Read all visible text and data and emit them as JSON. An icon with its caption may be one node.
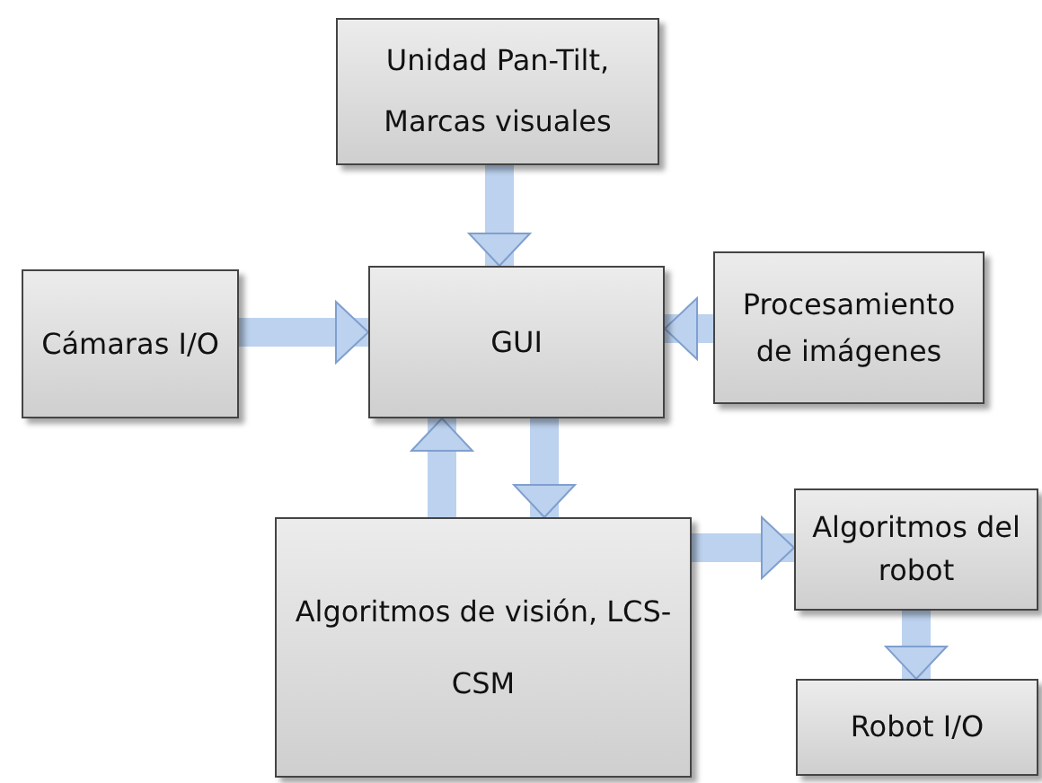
{
  "diagram": {
    "nodes": [
      {
        "text": [
          "Unidad Pan-Tilt, Marcas visuales"
        ]
      },
      {
        "text": [
          "Cámaras I/O"
        ]
      },
      {
        "text": [
          "GUI"
        ]
      },
      {
        "text": [
          "Procesamiento de imágenes"
        ]
      },
      {
        "text": [
          "Algoritmos de visión, LCS-CSM"
        ]
      },
      {
        "text": [
          "Algoritmos del robot"
        ]
      },
      {
        "text": [
          "Robot I/O"
        ]
      }
    ],
    "edges": [
      {
        "from": 0,
        "to": 2,
        "arrow": "to"
      },
      {
        "from": 1,
        "to": 2,
        "arrow": "to"
      },
      {
        "from": 3,
        "to": 2,
        "arrow": "to"
      },
      {
        "from": 4,
        "to": 2,
        "arrow": "to"
      },
      {
        "from": 2,
        "to": 4,
        "arrow": "to"
      },
      {
        "from": 4,
        "to": 5,
        "arrow": "to"
      },
      {
        "from": 5,
        "to": 6,
        "arrow": "to"
      }
    ]
  }
}
